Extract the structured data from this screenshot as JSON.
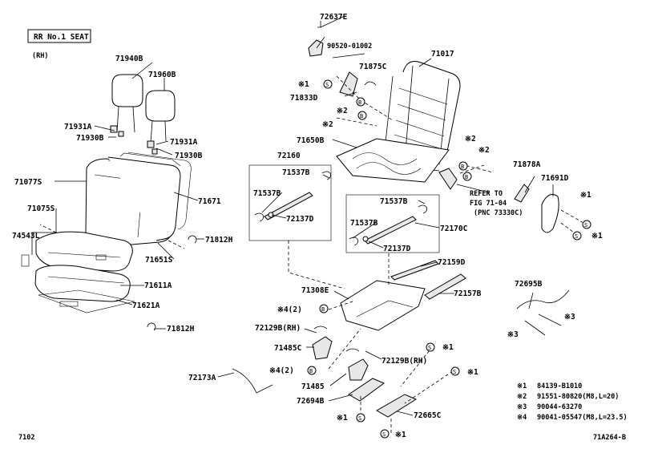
{
  "header": {
    "title": "RR No.1 SEAT",
    "side": "(RH)"
  },
  "parts": {
    "p72637E": "72637E",
    "p90520": "90520-01002",
    "p71875C": "71875C",
    "p71017": "71017",
    "p71833D": "71833D",
    "p71650B": "71650B",
    "p71940B": "71940B",
    "p71960B": "71960B",
    "p71931A_l": "71931A",
    "p71930B_l": "71930B",
    "p71931A_r": "71931A",
    "p71930B_r": "71930B",
    "p71077S": "71077S",
    "p71671": "71671",
    "p71075S": "71075S",
    "p74543L": "74543L",
    "p71812H_a": "71812H",
    "p71651S": "71651S",
    "p71611A": "71611A",
    "p71621A": "71621A",
    "p71812H_b": "71812H",
    "p72160": "72160",
    "p71537B_1": "71537B",
    "p71537B_2": "71537B",
    "p72137D_1": "72137D",
    "p71537B_3": "71537B",
    "p71537B_4": "71537B",
    "p72170C": "72170C",
    "p72137D_2": "72137D",
    "p71878A": "71878A",
    "p71691D": "71691D",
    "p72159D": "72159D",
    "p71308E": "71308E",
    "p72157B": "72157B",
    "p72129B_rh1": "72129B(RH)",
    "p71485C": "71485C",
    "p72129B_rh2": "72129B(RH)",
    "p72173A": "72173A",
    "p71485": "71485",
    "p72694B": "72694B",
    "p72665C": "72665C",
    "p72695B": "72695B"
  },
  "refs": {
    "s1a": "※1",
    "s2a": "※2",
    "s2b": "※2",
    "s2c": "※2",
    "s2d": "※2",
    "s1b": "※1",
    "s1c": "※1",
    "s42a": "※4(2)",
    "s42b": "※4(2)",
    "s1d": "※1",
    "s1e": "※1",
    "s1f": "※1",
    "s1g": "※1",
    "s3a": "※3",
    "s3b": "※3",
    "refer1": "REFER TO",
    "refer2": "FIG 71-04",
    "refer3": "(PNC 73330C)"
  },
  "legend": [
    {
      "mark": "※1",
      "text": "84139-B1010"
    },
    {
      "mark": "※2",
      "text": "91551-80820(M8,L=20)"
    },
    {
      "mark": "※3",
      "text": "90044-63270"
    },
    {
      "mark": "※4",
      "text": "90041-05547(M8,L=23.5)"
    }
  ],
  "footer": {
    "left": "7102",
    "right": "71A264-B"
  }
}
